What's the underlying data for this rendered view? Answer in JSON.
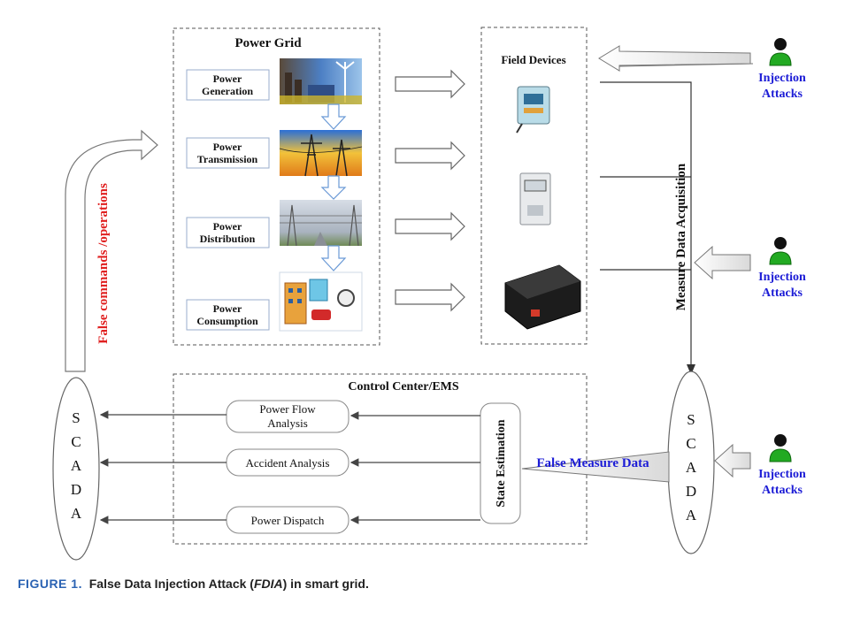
{
  "colors": {
    "attack_text": "#1c1cd6",
    "false_cmd_text": "#e02020",
    "caption_accent": "#2b63b3",
    "attacker_green": "#22aa22"
  },
  "power_grid": {
    "title": "Power Grid",
    "stages": [
      {
        "line1": "Power",
        "line2": "Generation"
      },
      {
        "line1": "Power",
        "line2": "Transmission"
      },
      {
        "line1": "Power",
        "line2": "Distribution"
      },
      {
        "line1": "Power",
        "line2": "Consumption"
      }
    ]
  },
  "field_devices": {
    "title": "Field Devices"
  },
  "measure_label": "Measure Data Acquisition",
  "attackers": [
    {
      "line1": "Injection",
      "line2": "Attacks"
    },
    {
      "line1": "Injection",
      "line2": "Attacks"
    },
    {
      "line1": "Injection",
      "line2": "Attacks"
    }
  ],
  "false_commands": "False commands /operations",
  "control_center": {
    "title": "Control Center/EMS",
    "pf_line1": "Power Flow",
    "pf_line2": "Analysis",
    "accident": "Accident Analysis",
    "dispatch": "Power Dispatch",
    "state_estimation": "State Estimation"
  },
  "scada_letters": [
    "S",
    "C",
    "A",
    "D",
    "A"
  ],
  "false_measure": "False Measure Data",
  "caption": {
    "fig": "FIGURE 1.",
    "pre": "False Data Injection Attack (",
    "abbr": "FDIA",
    "post": ") in smart grid."
  }
}
